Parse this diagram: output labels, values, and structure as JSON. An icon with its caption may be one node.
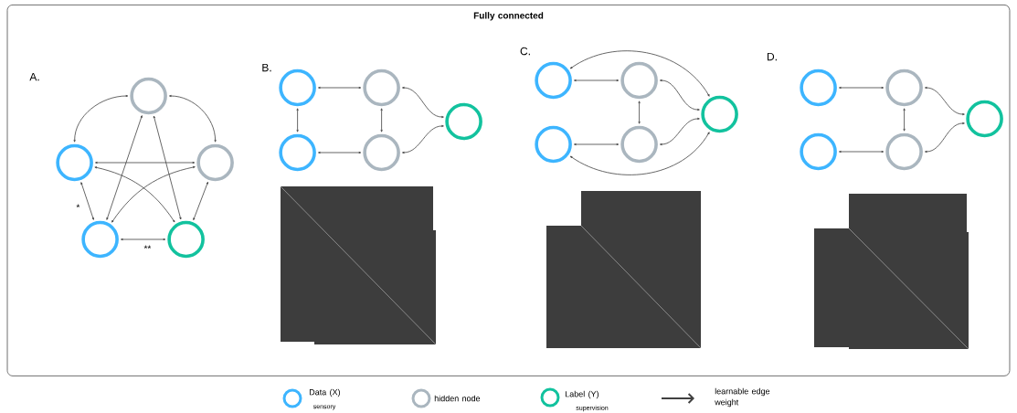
{
  "diagram": {
    "nodes": [
      {
        "text": [
          "Fully connected"
        ]
      },
      {
        "text": [],
        "shape": "circle",
        "in": 0
      },
      {
        "text": [],
        "shape": "circle",
        "in": 0
      },
      {
        "text": [],
        "shape": "circle",
        "in": 0
      },
      {
        "text": [],
        "shape": "circle",
        "in": 0
      },
      {
        "text": [],
        "shape": "circle",
        "in": 0
      },
      {
        "text": [],
        "shape": "circle",
        "in": 0
      },
      {
        "text": [],
        "shape": "circle",
        "in": 0
      },
      {
        "text": [],
        "shape": "circle",
        "in": 0
      },
      {
        "text": [],
        "shape": "circle",
        "in": 0
      },
      {
        "text": [],
        "shape": "circle",
        "in": 0
      },
      {
        "text": [],
        "shape": "circle",
        "in": 0
      },
      {
        "text": [],
        "shape": "circle",
        "in": 0
      },
      {
        "text": [],
        "shape": "circle",
        "in": 0
      },
      {
        "text": [],
        "shape": "circle",
        "in": 0
      },
      {
        "text": [],
        "shape": "circle",
        "in": 0
      },
      {
        "text": [],
        "shape": "circle",
        "in": 0
      },
      {
        "text": [],
        "shape": "circle",
        "in": 0
      },
      {
        "text": [],
        "shape": "circle",
        "in": 0
      },
      {
        "text": [],
        "shape": "circle",
        "in": 0
      },
      {
        "text": [],
        "shape": "circle",
        "in": 0
      }
    ],
    "edges": [
      {
        "from": 1,
        "to": 2,
        "arrow": "both"
      },
      {
        "from": 1,
        "to": 3,
        "arrow": "both"
      },
      {
        "from": 2,
        "to": 3,
        "arrow": "both"
      },
      {
        "from": 2,
        "to": 4,
        "arrow": "both"
      },
      {
        "from": 3,
        "to": 5,
        "arrow": "both"
      },
      {
        "from": 4,
        "to": 5,
        "arrow": "both"
      },
      {
        "from": 1,
        "to": 4,
        "arrow": "both"
      },
      {
        "from": 1,
        "to": 5,
        "arrow": "both"
      },
      {
        "from": 2,
        "to": 5,
        "arrow": "both"
      },
      {
        "from": 3,
        "to": 4,
        "arrow": "both"
      },
      {
        "from": 6,
        "to": 8,
        "arrow": "both"
      },
      {
        "from": 6,
        "to": 7,
        "arrow": "both"
      },
      {
        "from": 8,
        "to": 9,
        "arrow": "both"
      },
      {
        "from": 7,
        "to": 9,
        "arrow": "both"
      },
      {
        "from": 8,
        "to": 10,
        "arrow": "both"
      },
      {
        "from": 9,
        "to": 10,
        "arrow": "both"
      },
      {
        "from": 11,
        "to": 13,
        "arrow": "both"
      },
      {
        "from": 12,
        "to": 14,
        "arrow": "both"
      },
      {
        "from": 13,
        "to": 14,
        "arrow": "both"
      },
      {
        "from": 13,
        "to": 15,
        "arrow": "both"
      },
      {
        "from": 14,
        "to": 15,
        "arrow": "both"
      },
      {
        "from": 11,
        "to": 15,
        "arrow": "both"
      },
      {
        "from": 12,
        "to": 15,
        "arrow": "both"
      },
      {
        "from": 16,
        "to": 18,
        "arrow": "both"
      },
      {
        "from": 17,
        "to": 19,
        "arrow": "both"
      },
      {
        "from": 18,
        "to": 19,
        "arrow": "both"
      },
      {
        "from": 18,
        "to": 20,
        "arrow": "both"
      },
      {
        "from": 19,
        "to": 20,
        "arrow": "both"
      }
    ],
    "labels": [
      "A.",
      "*",
      "**",
      "B.",
      "C.",
      "D.",
      "sensory",
      "supervision"
    ],
    "legend": [
      {
        "text": "Data (X)",
        "color": "#3db5ff"
      },
      {
        "text": "hidden node",
        "color": "#aab6bf"
      },
      {
        "text": "Label (Y)",
        "color": "#12c29e"
      },
      {
        "text": "learnable edge weight"
      }
    ]
  }
}
